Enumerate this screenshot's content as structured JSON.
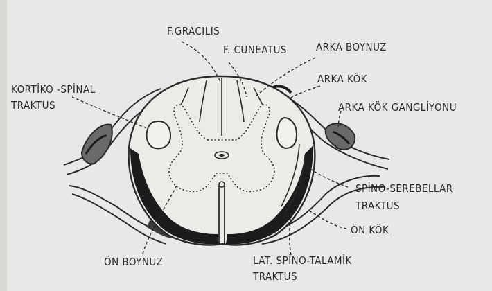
{
  "labels": {
    "f_gracilis": "F.GRACILIS",
    "f_cuneatus": "F. CUNEATUS",
    "arka_boynuz": "ARKA BOYNUZ",
    "arka_kok": "ARKA KÖK",
    "arka_kok_gangliyonu": "ARKA KÖK GANGLİYONU",
    "kortiko_spinal_1": "KORTİKO -SPİNAL",
    "kortiko_spinal_2": "TRAKTUS",
    "spino_serebellar_1": "SPİNO-SEREBELLAR",
    "spino_serebellar_2": "TRAKTUS",
    "on_kok": "ÖN KÖK",
    "on_boynuz": "ÖN BOYNUZ",
    "lat_spino_talamik_1": "LAT. SPİNO-TALAMİK",
    "lat_spino_talamik_2": "TRAKTUS"
  },
  "colors": {
    "background": "#e9e8e6",
    "ink": "#2a2a2a",
    "dark_shading": "#1c1c1c"
  }
}
